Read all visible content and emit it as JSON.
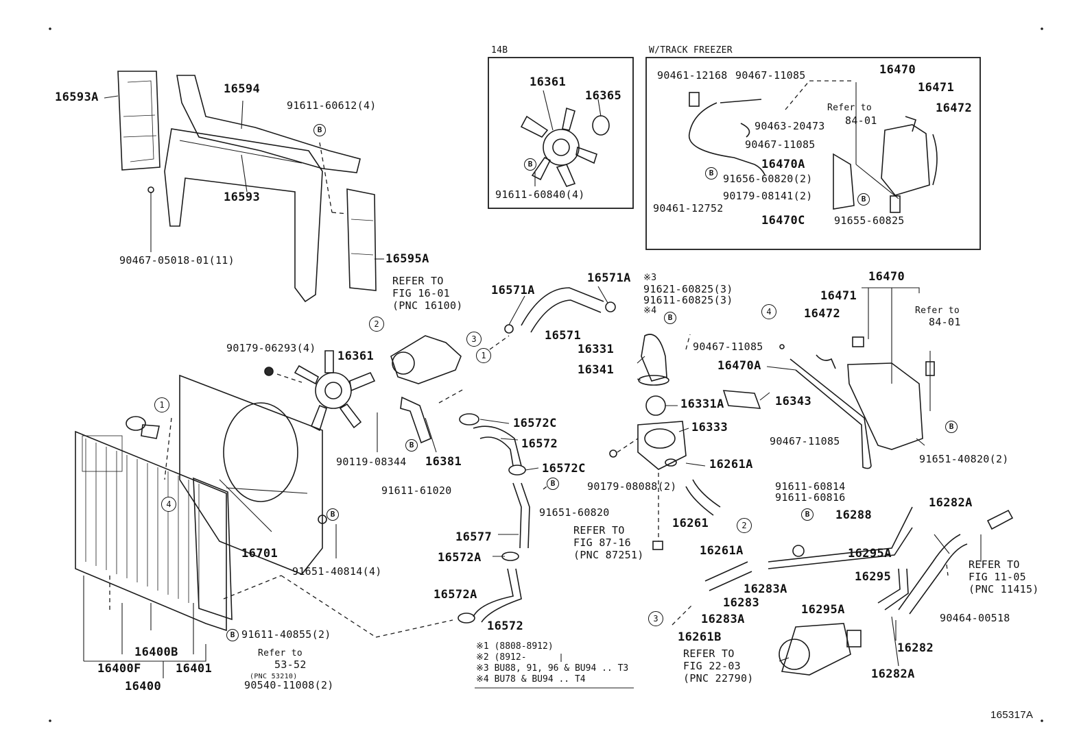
{
  "figure_id": "165317A",
  "boxes": {
    "engine_variant": {
      "title": "14B"
    },
    "track_freezer": {
      "title": "W/TRACK FREEZER"
    }
  },
  "labels": {
    "p16593A": "16593A",
    "p16594": "16594",
    "p16593": "16593",
    "p16595A": "16595A",
    "p91611_60612": "91611-60612(4)",
    "p90467_05018": "90467-05018-01(11)",
    "box_16361": "16361",
    "box_16365": "16365",
    "box_91611_60840": "91611-60840(4)",
    "tf_90461_12168": "90461-12168",
    "tf_90467_11085a": "90467-11085",
    "tf_90463_20473": "90463-20473",
    "tf_90467_11085b": "90467-11085",
    "tf_16470A": "16470A",
    "tf_91656_60820": "91656-60820(2)",
    "tf_90179_08141": "90179-08141(2)",
    "tf_90461_12752": "90461-12752",
    "tf_16470C": "16470C",
    "tf_91655_60825": "91655-60825",
    "tf_16470": "16470",
    "tf_16471": "16471",
    "tf_16472": "16472",
    "tf_refer": "Refer to",
    "tf_refer_num": "84-01",
    "refer_16_01_a": "REFER TO",
    "refer_16_01_b": "FIG 16-01",
    "refer_16_01_c": "(PNC 16100)",
    "p16571A_left": "16571A",
    "p16571": "16571",
    "p16571A_right": "16571A",
    "note3_a": "※3",
    "p91621_60825": "91621-60825(3)",
    "p91611_60825": "91611-60825(3)",
    "note4_a": "※4",
    "p16331": "16331",
    "p16341": "16341",
    "p16331A": "16331A",
    "p16333": "16333",
    "p16261A_top": "16261A",
    "p16261": "16261",
    "p16261A_bot": "16261A",
    "p90179_06293": "90179-06293(4)",
    "p16361": "16361",
    "p90119_08344": "90119-08344",
    "p16381": "16381",
    "p91611_61020": "91611-61020",
    "p16572C_top": "16572C",
    "p16572_top": "16572",
    "p16572C_bot": "16572C",
    "p91651_60820": "91651-60820",
    "p16577": "16577",
    "p16572A_top": "16572A",
    "p16572A_bot": "16572A",
    "p16572_bot": "16572",
    "p90179_08088": "90179-08088(2)",
    "refer_87_16_a": "REFER TO",
    "refer_87_16_b": "FIG 87-16",
    "refer_87_16_c": "(PNC 87251)",
    "p16701": "16701",
    "p91651_40814": "91651-40814(4)",
    "p16400B": "16400B",
    "p16400F": "16400F",
    "p16401": "16401",
    "p16400": "16400",
    "p91611_40855": "91611-40855(2)",
    "refer_53_a": "Refer to",
    "refer_53_b": "53-52",
    "refer_53_c": "(PNC 53210)",
    "p90540_11008": "90540-11008(2)",
    "r16470": "16470",
    "r16471": "16471",
    "r16472": "16472",
    "r90467_11085a": "90467-11085",
    "r16470A": "16470A",
    "r16343": "16343",
    "r90467_11085b": "90467-11085",
    "r91651_40820": "91651-40820(2)",
    "r_refer": "Refer to",
    "r_refer_num": "84-01",
    "p91611_60814": "91611-60814",
    "p91611_60816": "91611-60816",
    "p16288": "16288",
    "p16282A_top": "16282A",
    "p16295A_top": "16295A",
    "p16295": "16295",
    "p16283A_r": "16283A",
    "p16283": "16283",
    "p16283A_l": "16283A",
    "p16261B": "16261B",
    "p16295A_bot": "16295A",
    "p16282": "16282",
    "p16282A_bot": "16282A",
    "p90464_00518": "90464-00518",
    "refer_11_05_a": "REFER TO",
    "refer_11_05_b": "FIG 11-05",
    "refer_11_05_c": "(PNC 11415)",
    "refer_22_03_a": "REFER TO",
    "refer_22_03_b": "FIG 22-03",
    "refer_22_03_c": "(PNC 22790)"
  },
  "footnotes": [
    {
      "mark": "※1",
      "text": "(8808-8912)"
    },
    {
      "mark": "※2",
      "text": "(8912-"
    },
    {
      "mark": "※3",
      "text": "BU88, 91, 96 & BU94 .. T3"
    },
    {
      "mark": "※4",
      "text": "BU78 & BU94 .. T4"
    }
  ],
  "callout_numbers": [
    "1",
    "2",
    "3",
    "4"
  ],
  "bolt_mark": "B"
}
